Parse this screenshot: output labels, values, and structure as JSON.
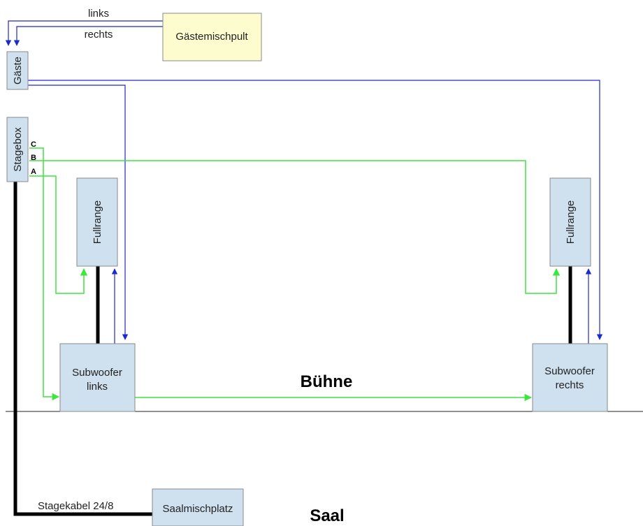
{
  "boxes": {
    "gaestemischpult": "Gästemischpult",
    "gaeste": "Gäste",
    "stagebox": "Stagebox",
    "fullrange_left": "Fullrange",
    "fullrange_right": "Fullrange",
    "sub_left_line1": "Subwoofer",
    "sub_left_line2": "links",
    "sub_right_line1": "Subwoofer",
    "sub_right_line2": "rechts",
    "saalmischplatz": "Saalmischplatz"
  },
  "labels": {
    "links": "links",
    "rechts": "rechts",
    "port_c": "C",
    "port_b": "B",
    "port_a": "A",
    "stagekabel": "Stagekabel 24/8",
    "buehne": "Bühne",
    "saal": "Saal"
  },
  "colors": {
    "signal_green": "#3fe43f",
    "signal_blue": "#1a2acc",
    "box_fill": "#cfe0ee",
    "mixer_fill": "#fdfccf"
  }
}
